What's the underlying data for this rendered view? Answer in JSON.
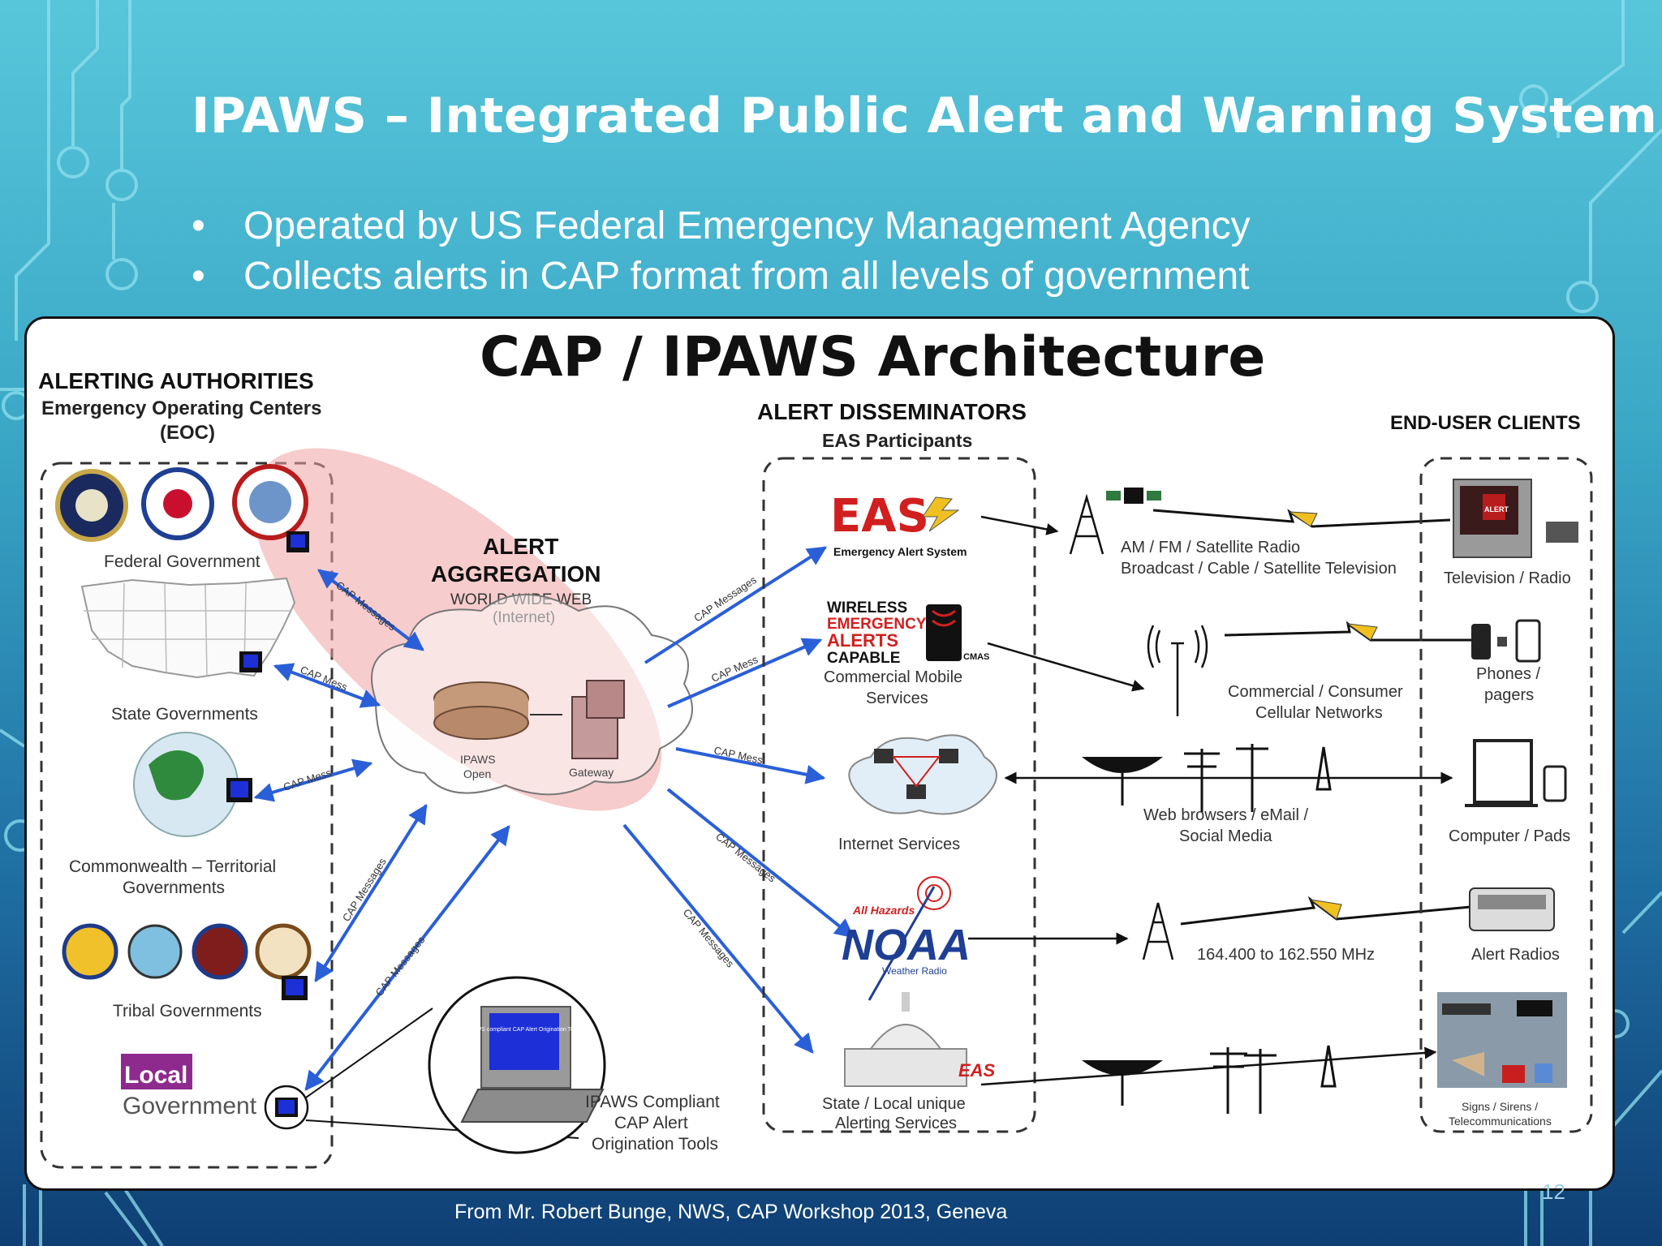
{
  "slide": {
    "title": "IPAWS – Integrated Public Alert and Warning System",
    "bullets": [
      "Operated by US Federal Emergency Management Agency",
      "Collects alerts in CAP format from all levels of government"
    ],
    "caption": "From Mr. Robert Bunge, NWS, CAP Workshop 2013, Geneva",
    "page_number": "12"
  },
  "diagram": {
    "title": "CAP / IPAWS Architecture",
    "alerting_authorities": {
      "heading": "ALERTING AUTHORITIES",
      "sub1": "Emergency Operating Centers",
      "sub2": "(EOC)",
      "federal": "Federal Government",
      "state": "State Governments",
      "commonwealth1": "Commonwealth – Territorial",
      "commonwealth2": "Governments",
      "tribal": "Tribal Governments",
      "local_logo_1": "Local",
      "local_logo_2": "Government"
    },
    "aggregation": {
      "line1": "ALERT",
      "line2": "AGGREGATION",
      "web1": "WORLD WIDE WEB",
      "web2": "(Internet)",
      "open1": "IPAWS",
      "open2": "Open",
      "gateway": "Gateway"
    },
    "origination": {
      "line1": "IPAWS Compliant",
      "line2": "CAP Alert",
      "line3": "Origination Tools",
      "screen": "IPAWS compliant CAP Alert Origination Tools"
    },
    "disseminators": {
      "heading": "ALERT DISSEMINATORS",
      "sub": "EAS Participants",
      "eas_logo": "EAS",
      "eas_sub": "Emergency Alert System",
      "wea_1": "WIRELESS",
      "wea_2": "EMERGENCY",
      "wea_3": "ALERTS",
      "wea_4": "CAPABLE",
      "cmas": "CMAS",
      "cms1": "Commercial Mobile",
      "cms2": "Services",
      "internet": "Internet Services",
      "noaa_hazards": "All Hazards",
      "noaa": "NOAA",
      "noaa_sub": "Weather Radio",
      "state_local1": "State / Local unique",
      "state_local2": "Alerting Services",
      "eas_small": "EAS"
    },
    "channels": {
      "broadcast1": "AM / FM / Satellite Radio",
      "broadcast2": "Broadcast / Cable / Satellite Television",
      "cellular1": "Commercial / Consumer",
      "cellular2": "Cellular Networks",
      "web1": "Web browsers / eMail /",
      "web2": "Social Media",
      "freq": "164.400 to 162.550 MHz"
    },
    "end_users": {
      "heading": "END-USER CLIENTS",
      "tv": "Television / Radio",
      "phones1": "Phones /",
      "phones2": "pagers",
      "computer": "Computer / Pads",
      "radios": "Alert Radios",
      "signs1": "Signs / Sirens /",
      "signs2": "Telecommunications",
      "alert_screen": "ALERT"
    },
    "arrow_labels": {
      "cap_messages": "CAP Messages",
      "cap_mess": "CAP Mess"
    }
  }
}
